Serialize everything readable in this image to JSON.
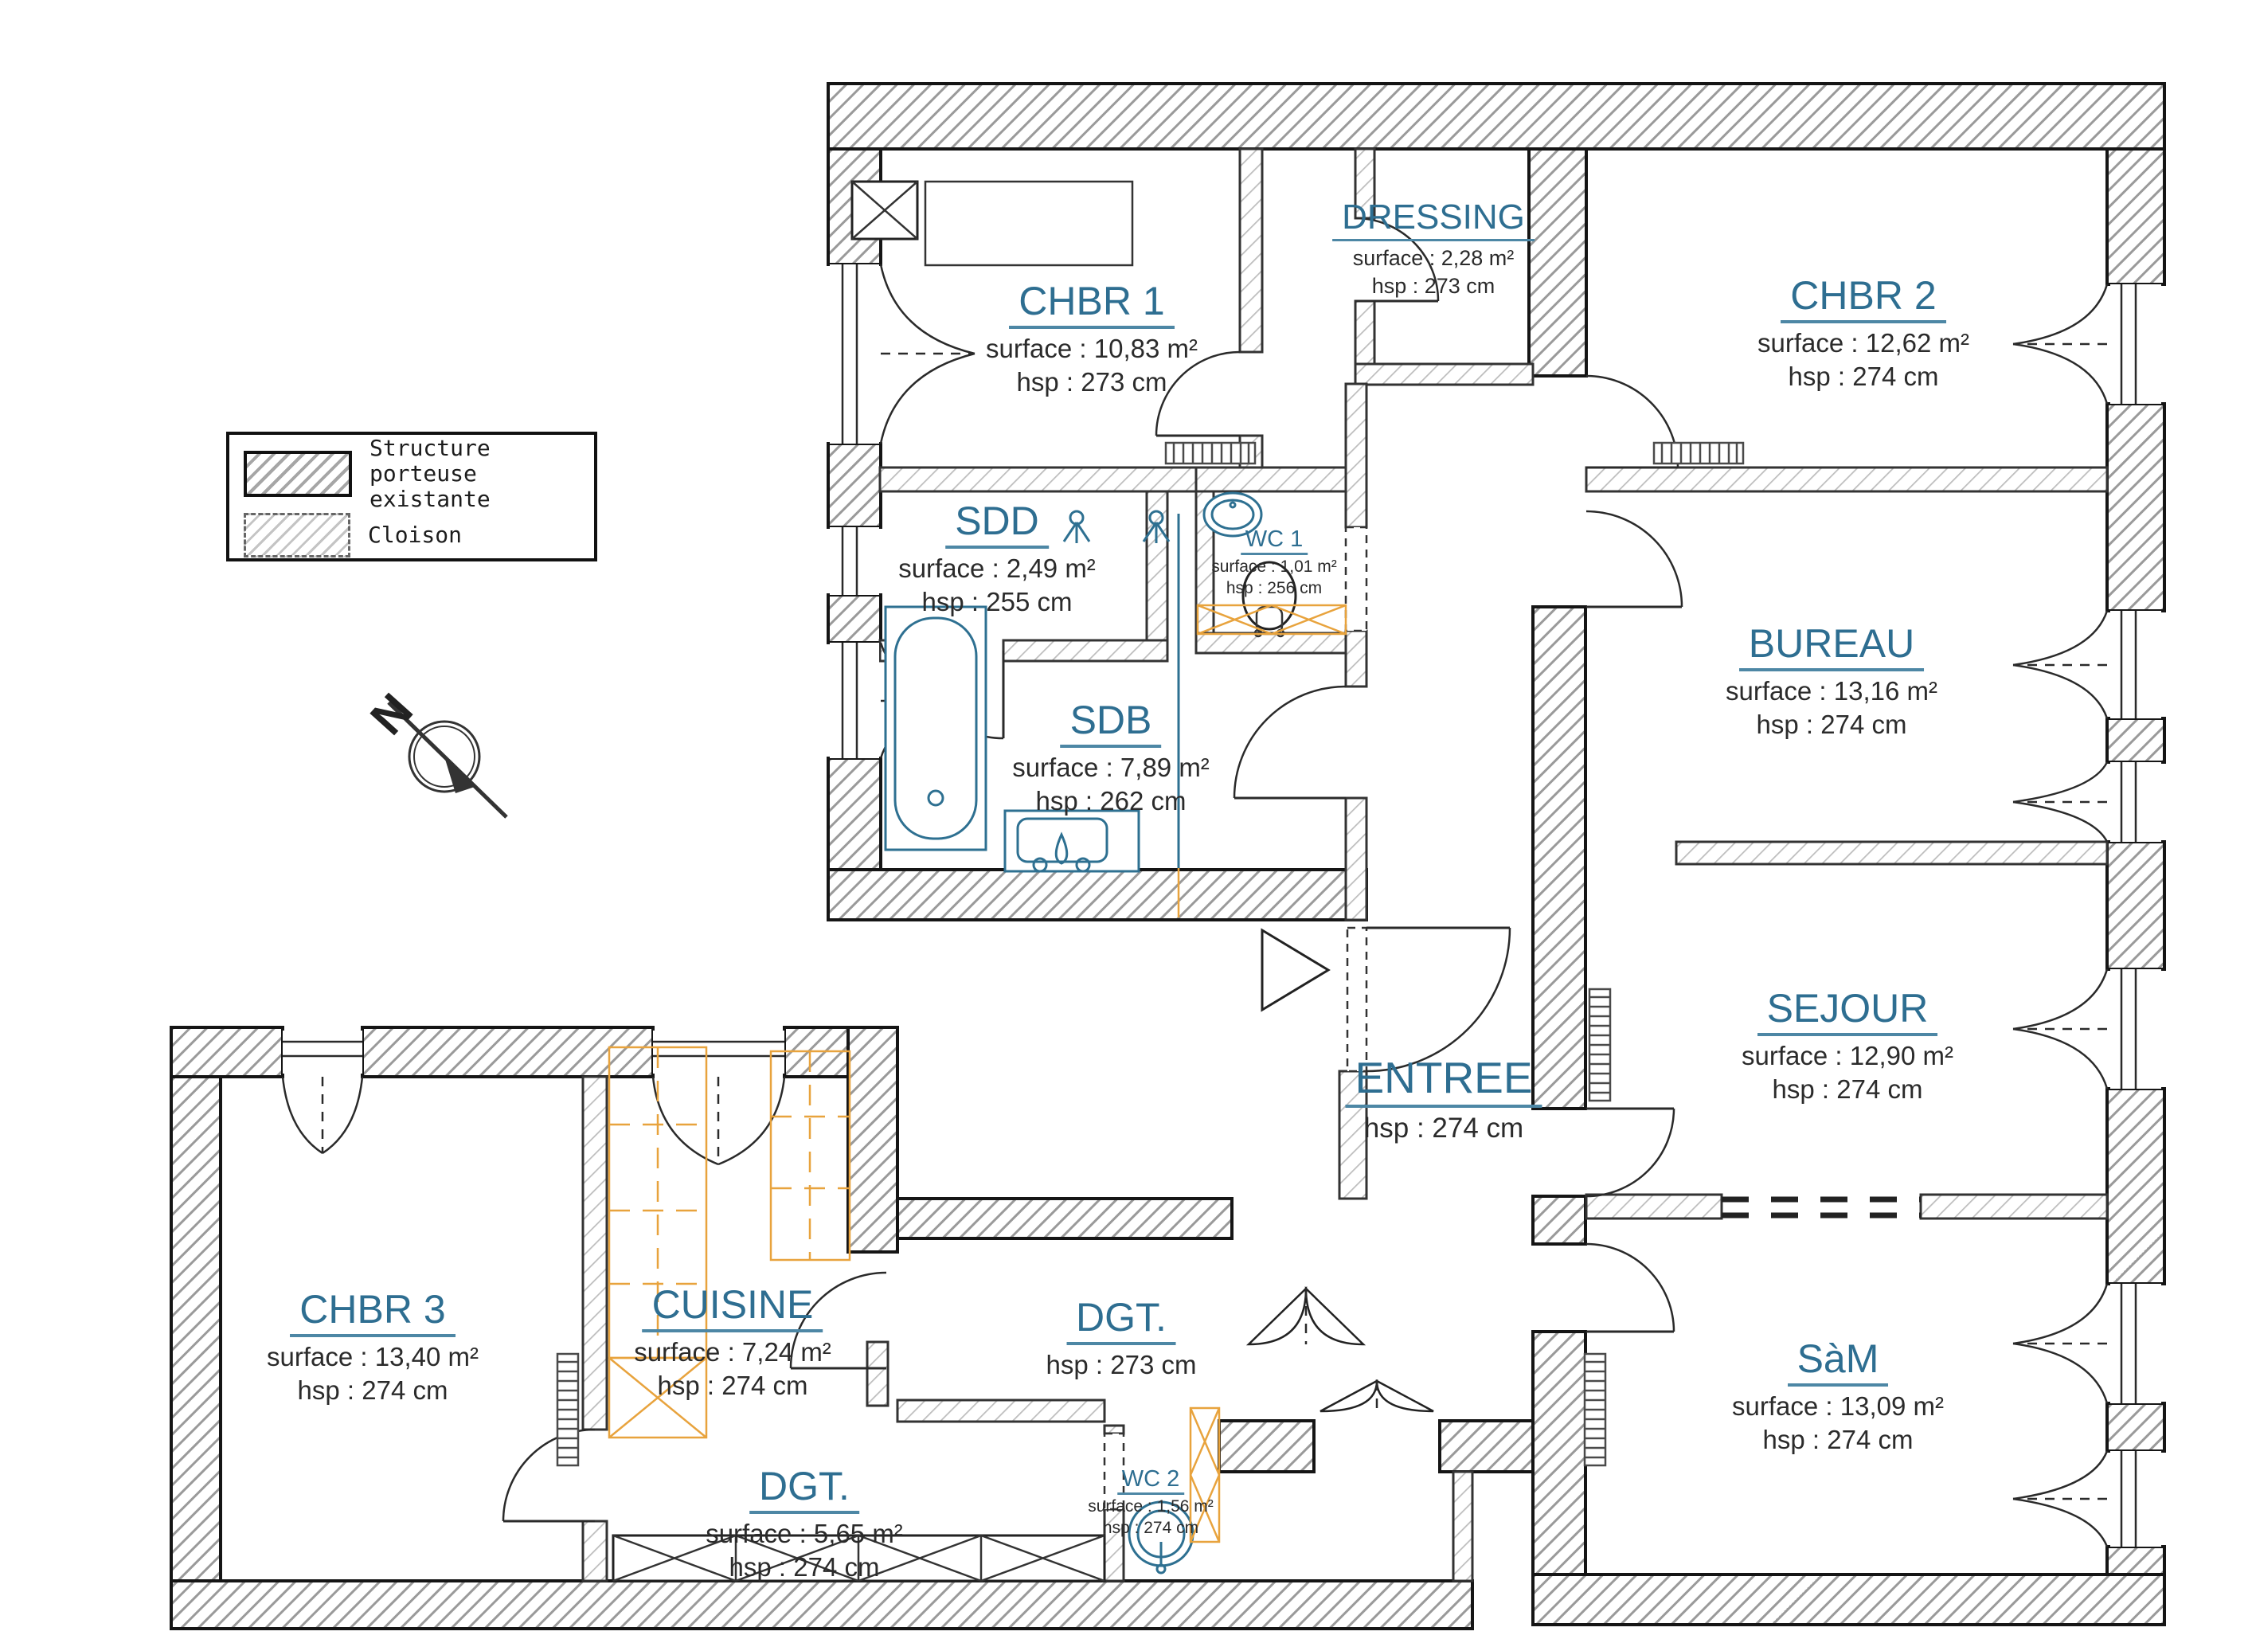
{
  "legend": {
    "items": [
      {
        "label": "Structure porteuse existante",
        "style": "solid"
      },
      {
        "label": "Cloison",
        "style": "dashed"
      }
    ]
  },
  "north": {
    "label": "N"
  },
  "rooms": {
    "chbr1": {
      "name": "CHBR 1",
      "surface": "surface : 10,83 m²",
      "hsp": "hsp : 273 cm"
    },
    "dressing": {
      "name": "DRESSING",
      "surface": "surface : 2,28 m²",
      "hsp": "hsp : 273 cm"
    },
    "chbr2": {
      "name": "CHBR 2",
      "surface": "surface : 12,62 m²",
      "hsp": "hsp : 274 cm"
    },
    "sdd": {
      "name": "SDD",
      "surface": "surface : 2,49 m²",
      "hsp": "hsp : 255 cm"
    },
    "wc1": {
      "name": "WC 1",
      "surface": "surface : 1,01 m²",
      "hsp": "hsp : 256 cm"
    },
    "sdb": {
      "name": "SDB",
      "surface": "surface : 7,89 m²",
      "hsp": "hsp : 262 cm"
    },
    "bureau": {
      "name": "BUREAU",
      "surface": "surface : 13,16 m²",
      "hsp": "hsp : 274 cm"
    },
    "sejour": {
      "name": "SEJOUR",
      "surface": "surface : 12,90 m²",
      "hsp": "hsp : 274 cm"
    },
    "entree": {
      "name": "ENTREE",
      "hsp": "hsp : 274 cm"
    },
    "chbr3": {
      "name": "CHBR 3",
      "surface": "surface : 13,40 m²",
      "hsp": "hsp : 274 cm"
    },
    "cuisine": {
      "name": "CUISINE",
      "surface": "surface : 7,24 m²",
      "hsp": "hsp : 274 cm"
    },
    "dgt_upper": {
      "name": "DGT.",
      "hsp": "hsp : 273 cm"
    },
    "sam": {
      "name": "SàM",
      "surface": "surface : 13,09 m²",
      "hsp": "hsp : 274 cm"
    },
    "dgt_lower": {
      "name": "DGT.",
      "surface": "surface : 5,65 m²",
      "hsp": "hsp : 274 cm"
    },
    "wc2": {
      "name": "WC 2",
      "surface": "surface : 1,56 m²",
      "hsp": "hsp : 274 cm"
    }
  },
  "colors": {
    "room_label": "#2e6e91",
    "underline": "#4d87a5",
    "fixture_teal": "#2e7091",
    "cabinet_orange": "#e8a33d",
    "wall_hatch": "#9a9a9a",
    "text": "#2b2b2b"
  }
}
